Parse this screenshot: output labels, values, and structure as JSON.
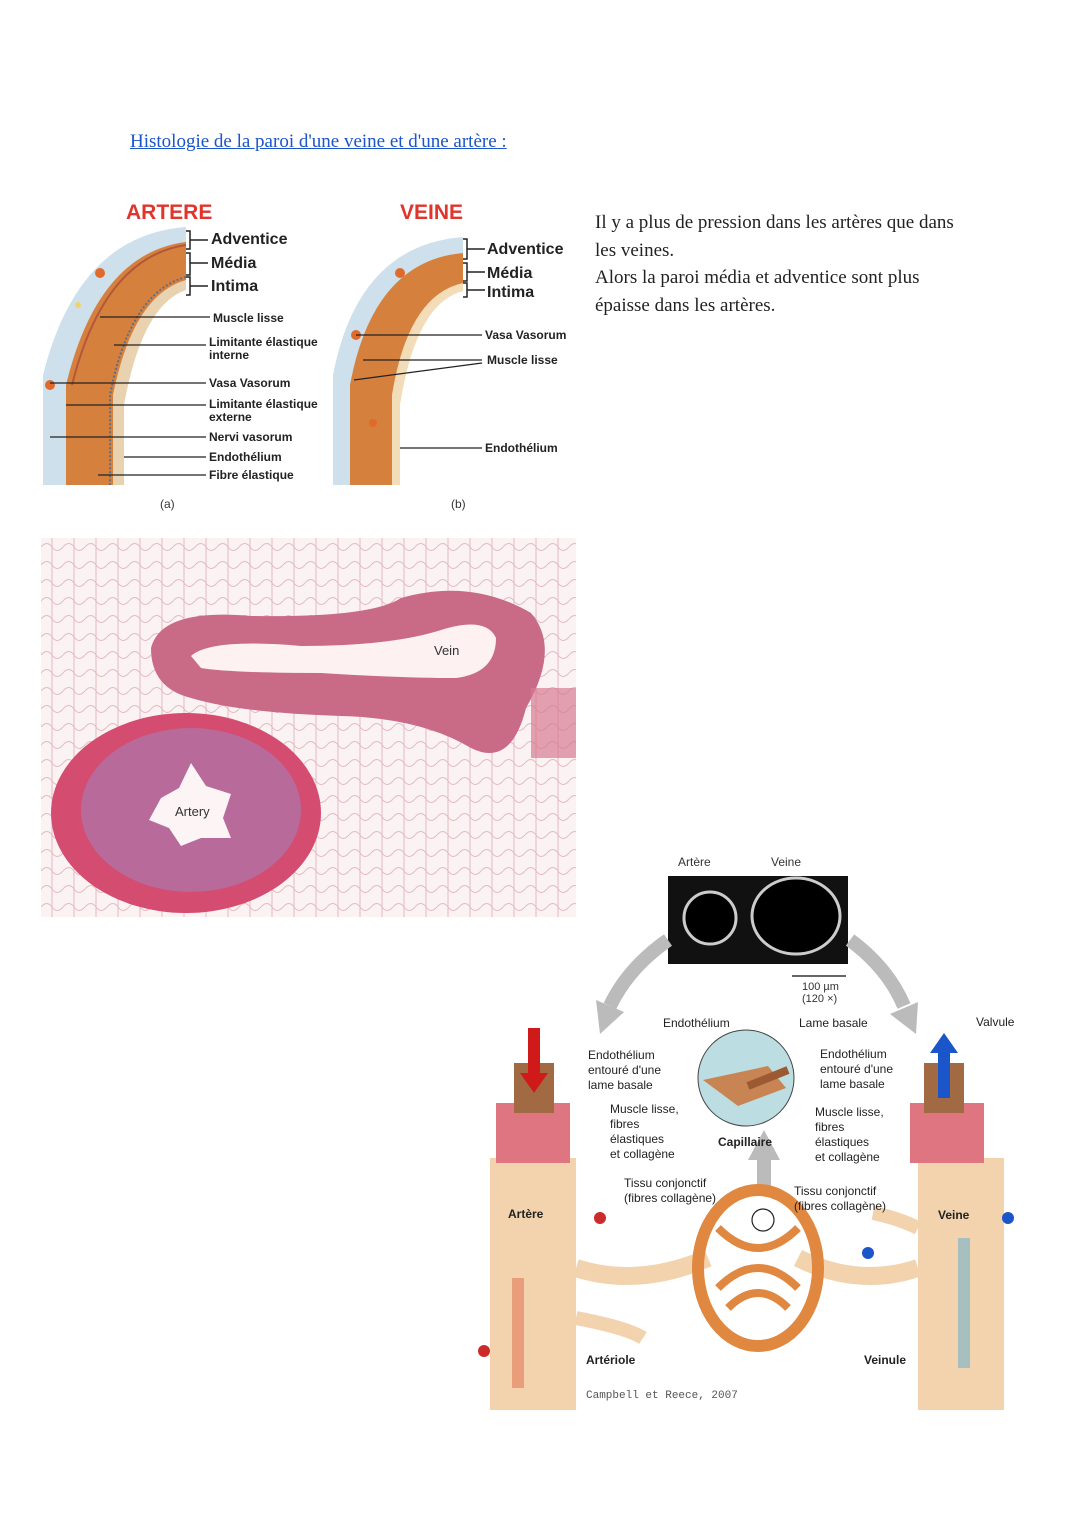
{
  "heading": "Histologie de la paroi d'une veine et d'une artère :",
  "paragraph": [
    "Il y a plus de pression dans les artères que dans",
    "les veines.",
    "Alors la paroi média et adventice sont plus",
    "épaisse dans les artères."
  ],
  "diagram_wall": {
    "artery": {
      "title": "ARTERE",
      "layers": [
        "Adventice",
        "Média",
        "Intima"
      ],
      "labels": [
        "Muscle lisse",
        "Limitante élastique",
        "interne",
        "Vasa Vasorum",
        "Limitante élastique",
        "externe",
        "Nervi vasorum",
        "Endothélium",
        "Fibre élastique"
      ],
      "caption": "(a)"
    },
    "vein": {
      "title": "VEINE",
      "layers": [
        "Adventice",
        "Média",
        "Intima"
      ],
      "labels": [
        "Vasa Vasorum",
        "Muscle lisse",
        "Endothélium"
      ],
      "caption": "(b)"
    }
  },
  "micrograph": {
    "vein_label": "Vein",
    "artery_label": "Artery"
  },
  "circulation_figure": {
    "micro_labels": [
      "Artère",
      "Veine"
    ],
    "scale": [
      "100 µm",
      "(120 ×)"
    ],
    "center_labels": [
      "Endothélium",
      "Lame basale",
      "Capillaire"
    ],
    "left_labels": [
      "Endothélium",
      "entouré d'une",
      "lame basale",
      "Muscle lisse,",
      "fibres",
      "élastiques",
      "et collagène",
      "Tissu conjonctif",
      "(fibres collagène)"
    ],
    "right_labels": [
      "Valvule",
      "Endothélium",
      "entouré d'une",
      "lame basale",
      "Muscle lisse,",
      "fibres",
      "élastiques",
      "et collagène",
      "Tissu conjonctif",
      "(fibres collagène)"
    ],
    "vessel_labels": [
      "Artère",
      "Veine",
      "Artériole",
      "Veinule"
    ],
    "credit": "Campbell et Reece, 2007"
  }
}
